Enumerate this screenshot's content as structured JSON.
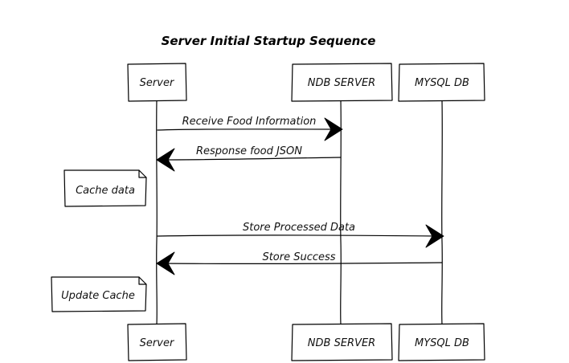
{
  "title": "Server Initial Startup Sequence",
  "participants": [
    {
      "id": "server",
      "label": "Server"
    },
    {
      "id": "ndb",
      "label": "NDB SERVER"
    },
    {
      "id": "mysql",
      "label": "MYSQL DB"
    }
  ],
  "messages": [
    {
      "from": "server",
      "to": "ndb",
      "label": "Receive Food Information"
    },
    {
      "from": "ndb",
      "to": "server",
      "label": "Response food JSON"
    },
    {
      "from": "server",
      "to": "mysql",
      "label": "Store Processed Data"
    },
    {
      "from": "mysql",
      "to": "server",
      "label": "Store Success"
    }
  ],
  "notes": [
    {
      "label": "Cache data"
    },
    {
      "label": "Update Cache"
    }
  ]
}
